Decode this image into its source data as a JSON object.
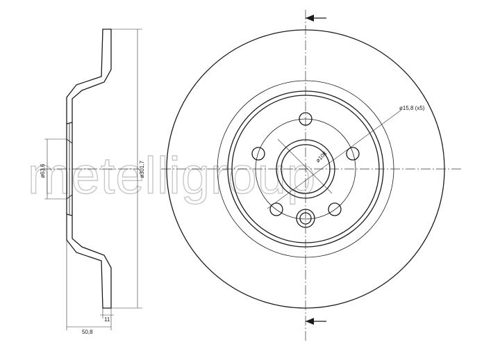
{
  "watermark": {
    "text": "metelligroup",
    "color": "#c8c8c8"
  },
  "colors": {
    "line": "#1a1a1a",
    "background": "#ffffff"
  },
  "dimensions": {
    "hub_bore": "ø63,6",
    "outer_diameter": "ø301,7",
    "bolt_circle": "ø108",
    "bolt_hole": "ø15,8 (x5)",
    "total_height": "50,8",
    "disc_thickness": "11"
  },
  "section_markers": {
    "top": "arrow-left",
    "bottom": "arrow-left"
  }
}
